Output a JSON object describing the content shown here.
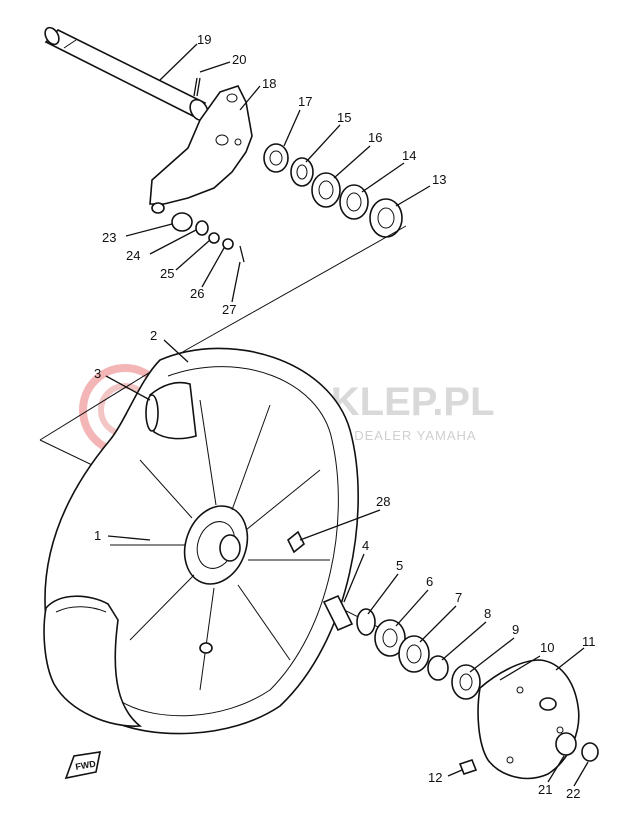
{
  "watermark": {
    "brand": "YAMASKLEP.PL",
    "subtitle": "WOJCIECHOWICZ | DEALER YAMAHA"
  },
  "direction_badge": "FWD",
  "callouts": [
    "1",
    "2",
    "3",
    "4",
    "5",
    "6",
    "7",
    "8",
    "9",
    "10",
    "11",
    "12",
    "13",
    "14",
    "15",
    "16",
    "17",
    "18",
    "19",
    "20",
    "21",
    "22",
    "23",
    "24",
    "25",
    "26",
    "27",
    "28"
  ]
}
